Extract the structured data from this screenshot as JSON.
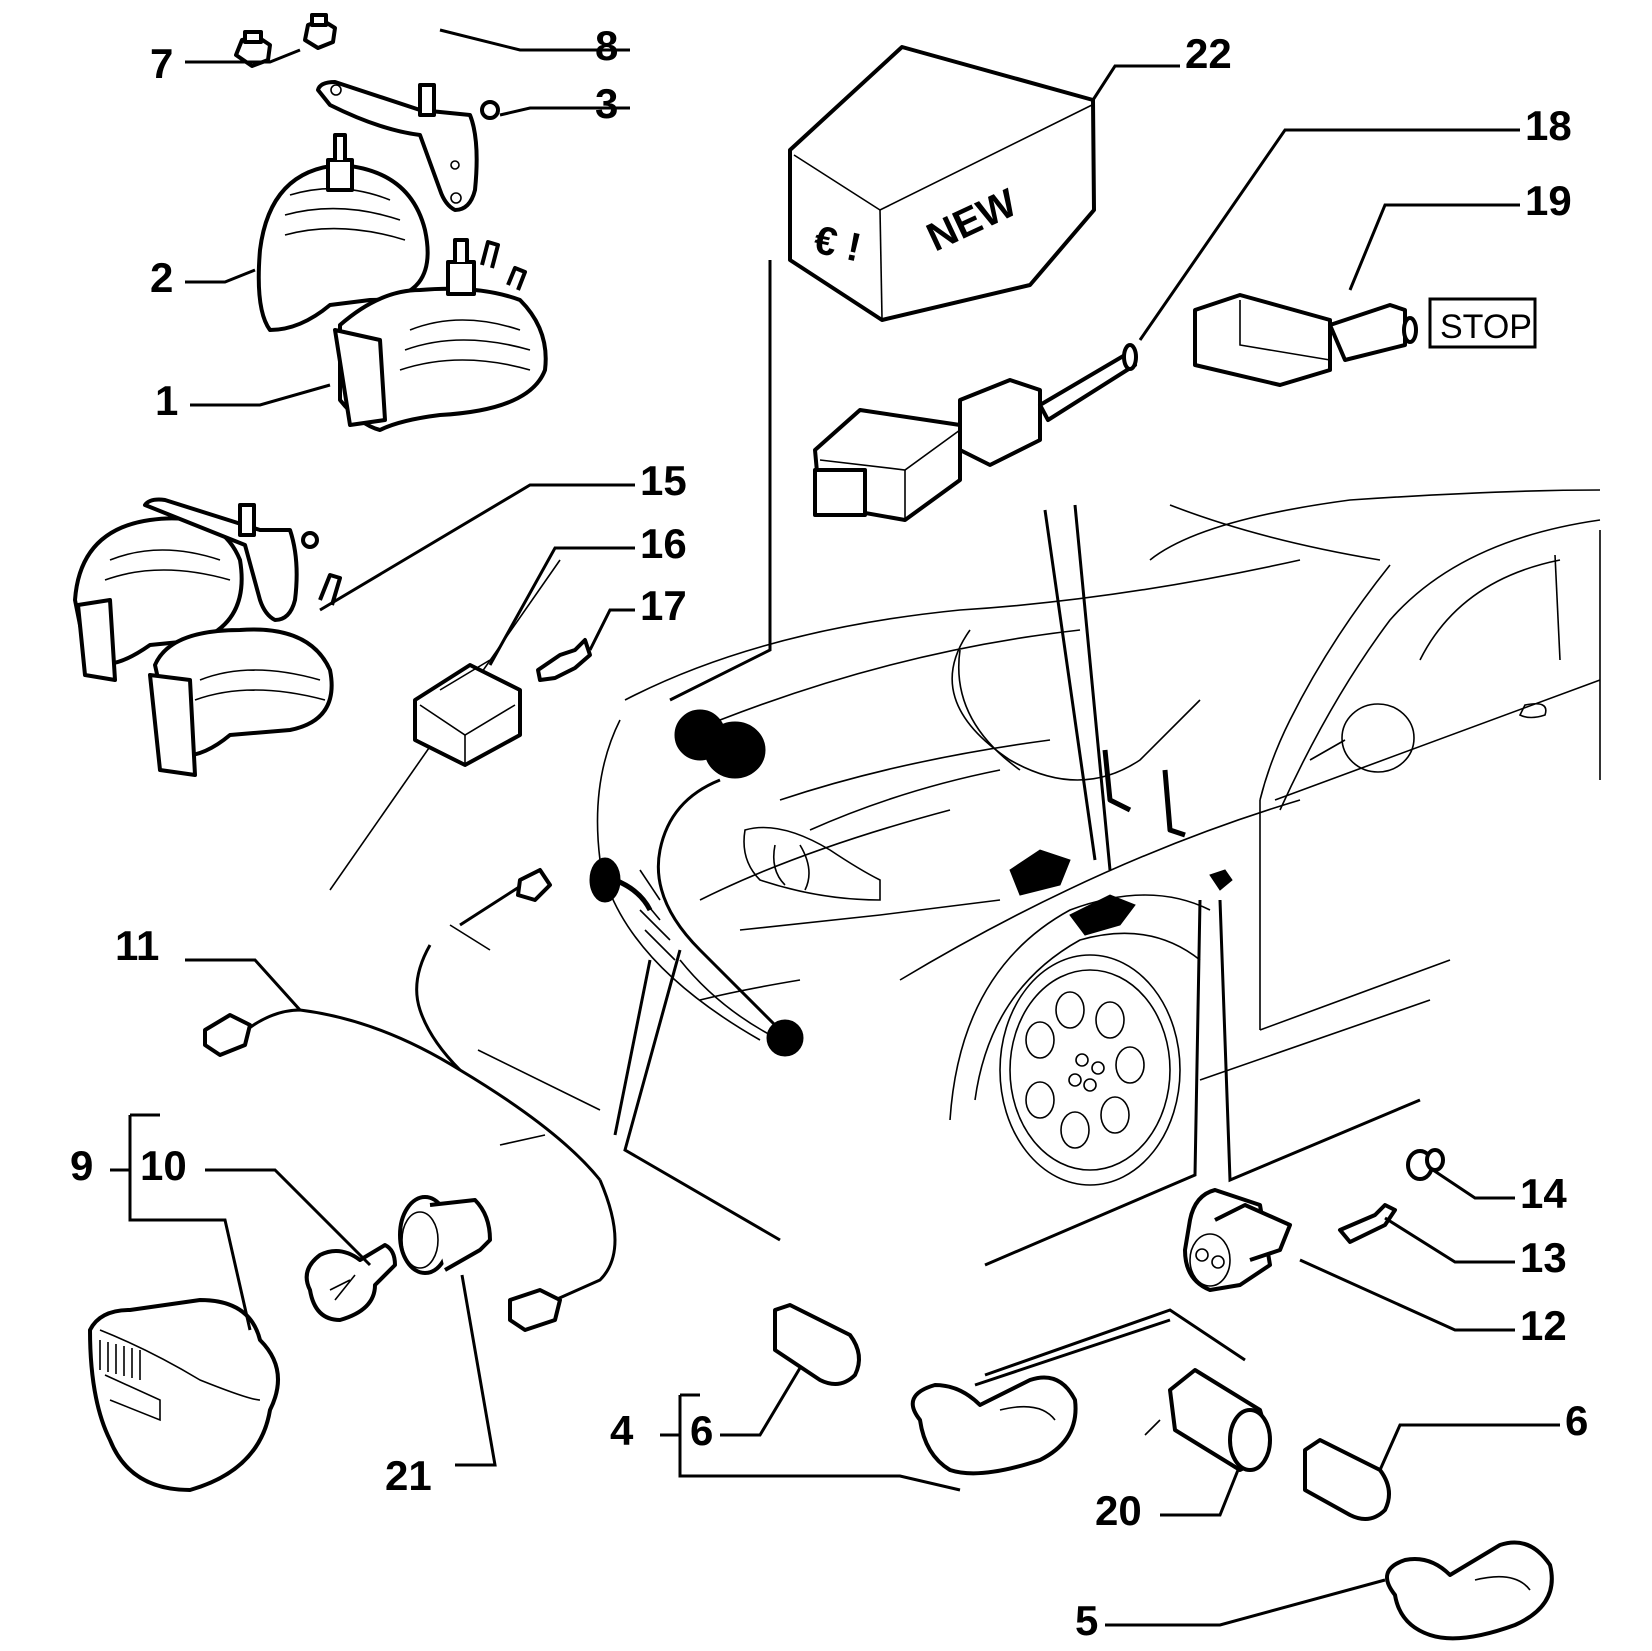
{
  "diagram": {
    "type": "exploded-parts-diagram",
    "subject": "Horn, stop light switch and side repeater lamp components on car front",
    "crate": {
      "main_text": "NEW",
      "side_text": "€ !"
    },
    "stop_label": "STOP",
    "callouts": [
      {
        "id": "1",
        "label": "1",
        "part": "horn (front)"
      },
      {
        "id": "2",
        "label": "2",
        "part": "horn (rear)"
      },
      {
        "id": "3",
        "label": "3",
        "part": "horn bracket with stud"
      },
      {
        "id": "4",
        "label": "4",
        "part": "side repeater lamp assembly (left)"
      },
      {
        "id": "5",
        "label": "5",
        "part": "side repeater lamp (right)"
      },
      {
        "id": "6a",
        "label": "6",
        "part": "repeater bulb (left)"
      },
      {
        "id": "6b",
        "label": "6",
        "part": "repeater bulb (right)"
      },
      {
        "id": "7",
        "label": "7",
        "part": "nut"
      },
      {
        "id": "8",
        "label": "8",
        "part": "nut"
      },
      {
        "id": "9",
        "label": "9",
        "part": "front lamp assembly"
      },
      {
        "id": "10",
        "label": "10",
        "part": "bulb"
      },
      {
        "id": "11",
        "label": "11",
        "part": "wiring harness"
      },
      {
        "id": "12",
        "label": "12",
        "part": "connector housing"
      },
      {
        "id": "13",
        "label": "13",
        "part": "terminal"
      },
      {
        "id": "14",
        "label": "14",
        "part": "seal plug"
      },
      {
        "id": "15",
        "label": "15",
        "part": "horn pair with bracket"
      },
      {
        "id": "16",
        "label": "16",
        "part": "connector"
      },
      {
        "id": "17",
        "label": "17",
        "part": "terminal"
      },
      {
        "id": "18",
        "label": "18",
        "part": "stop light switch"
      },
      {
        "id": "19",
        "label": "19",
        "part": "stop light switch (alt.)"
      },
      {
        "id": "20",
        "label": "20",
        "part": "bulb holder"
      },
      {
        "id": "21",
        "label": "21",
        "part": "bulb holder"
      },
      {
        "id": "22",
        "label": "22",
        "part": "new parts kit (crate)"
      }
    ]
  }
}
